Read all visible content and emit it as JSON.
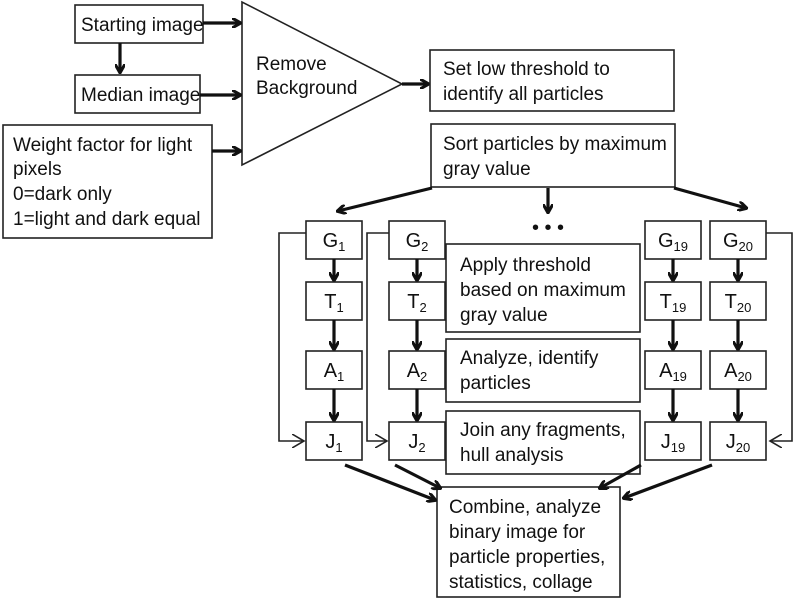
{
  "diagram": {
    "inputs": {
      "starting_image": "Starting image",
      "median_image": "Median image",
      "weight_factor": [
        "Weight factor for light",
        "pixels",
        "0=dark only",
        "1=light and dark equal"
      ]
    },
    "remove_background": [
      "Remove",
      "Background"
    ],
    "low_threshold": [
      "Set low threshold to",
      "identify all particles"
    ],
    "sort_particles": [
      "Sort particles by maximum",
      "gray value"
    ],
    "ellipsis": "• • •",
    "steps": {
      "apply_threshold": [
        "Apply threshold",
        "based on maximum",
        "gray value"
      ],
      "analyze": [
        "Analyze, identify",
        "particles"
      ],
      "join": [
        "Join any fragments,",
        "hull analysis"
      ]
    },
    "combine": [
      "Combine, analyze",
      "binary image for",
      "particle properties,",
      "statistics, collage"
    ],
    "columns": [
      {
        "index": "1",
        "G": "G",
        "T": "T",
        "A": "A",
        "J": "J"
      },
      {
        "index": "2",
        "G": "G",
        "T": "T",
        "A": "A",
        "J": "J"
      },
      {
        "index": "19",
        "G": "G",
        "T": "T",
        "A": "A",
        "J": "J"
      },
      {
        "index": "20",
        "G": "G",
        "T": "T",
        "A": "A",
        "J": "J"
      }
    ]
  }
}
